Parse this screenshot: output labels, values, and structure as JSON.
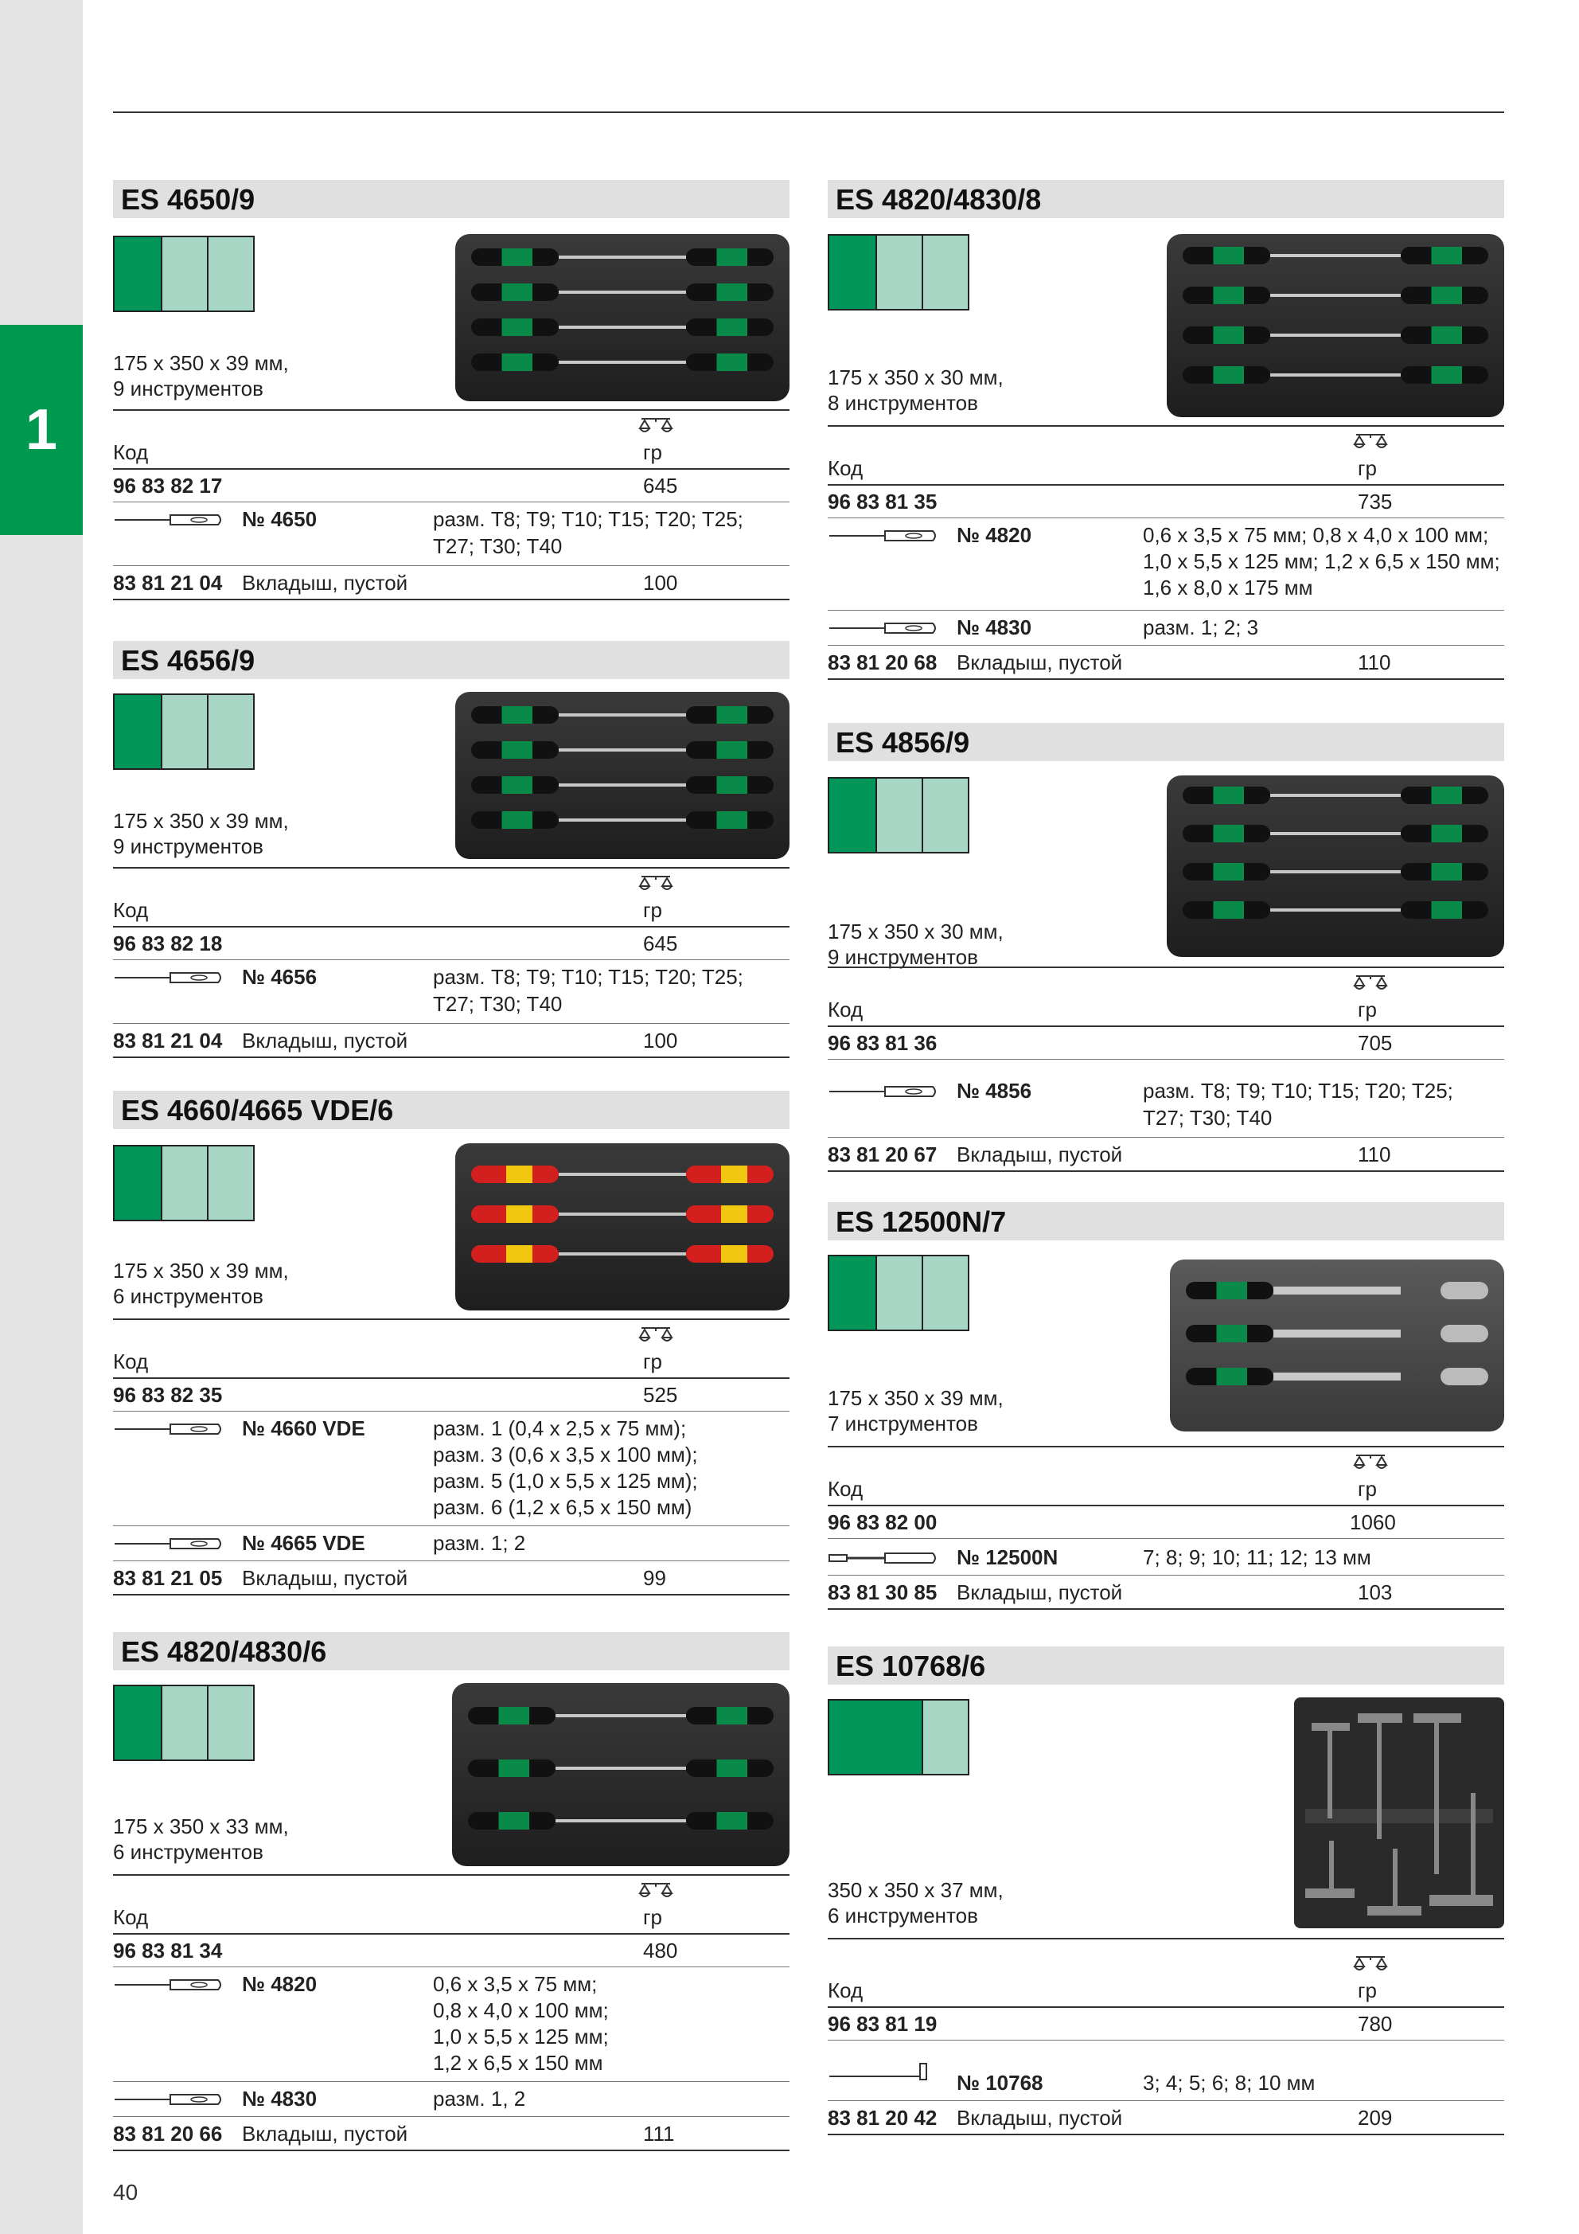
{
  "chapter": "1",
  "page_number": "40",
  "labels": {
    "code": "Код",
    "weight_unit": "гр"
  },
  "sections": {
    "es4650": {
      "title": "ES 4650/9",
      "dims": "175 x 350 x 39 мм,",
      "count": "9 инструментов",
      "set_code": "96 83 82 17",
      "set_weight": "645",
      "item_no": "№ 4650",
      "item_desc1": "разм. T8; T9; T10; T15; T20; T25;",
      "item_desc2": "T27; T30; T40",
      "insert_code": "83 81 21 04",
      "insert_label": "Вкладыш, пустой",
      "insert_weight": "100"
    },
    "es4656": {
      "title": "ES 4656/9",
      "dims": "175 x 350 x 39 мм,",
      "count": "9 инструментов",
      "set_code": "96 83 82 18",
      "set_weight": "645",
      "item_no": "№ 4656",
      "item_desc1": "разм. T8; T9; T10; T15; T20; T25;",
      "item_desc2": "T27; T30; T40",
      "insert_code": "83 81 21 04",
      "insert_label": "Вкладыш, пустой",
      "insert_weight": "100"
    },
    "es4660": {
      "title": "ES 4660/4665 VDE/6",
      "dims": "175 x 350 x 39 мм,",
      "count": "6 инструментов",
      "set_code": "96 83 82 35",
      "set_weight": "525",
      "item1_no": "№ 4660 VDE",
      "item1_desc1": "разм. 1 (0,4 x 2,5 x 75 мм);",
      "item1_desc2": "разм. 3 (0,6 x 3,5 x 100 мм);",
      "item1_desc3": "разм. 5 (1,0 x 5,5 x 125 мм);",
      "item1_desc4": "разм. 6 (1,2 x 6,5 x 150 мм)",
      "item2_no": "№ 4665 VDE",
      "item2_desc": "разм. 1; 2",
      "insert_code": "83 81 21 05",
      "insert_label": "Вкладыш, пустой",
      "insert_weight": "99"
    },
    "es4820_6": {
      "title": "ES 4820/4830/6",
      "dims": "175 x 350 x 33 мм,",
      "count": "6 инструментов",
      "set_code": "96 83 81 34",
      "set_weight": "480",
      "item1_no": "№ 4820",
      "item1_desc1": "0,6 x 3,5 x 75 мм;",
      "item1_desc2": "0,8 x 4,0 x 100 мм;",
      "item1_desc3": "1,0 x 5,5 x 125 мм;",
      "item1_desc4": "1,2 x 6,5 x 150 мм",
      "item2_no": "№ 4830",
      "item2_desc": "разм. 1, 2",
      "insert_code": "83 81 20 66",
      "insert_label": "Вкладыш, пустой",
      "insert_weight": "111"
    },
    "es4820_8": {
      "title": "ES 4820/4830/8",
      "dims": "175 x 350 x 30 мм,",
      "count": "8 инструментов",
      "set_code": "96 83 81 35",
      "set_weight": "735",
      "item1_no": "№ 4820",
      "item1_desc1": "0,6 x 3,5 x 75 мм; 0,8 x 4,0 x 100 мм;",
      "item1_desc2": "1,0 x 5,5 x 125 мм; 1,2 x 6,5 x 150 мм;",
      "item1_desc3": "1,6 x 8,0 x 175 мм",
      "item2_no": "№ 4830",
      "item2_desc": "разм. 1; 2; 3",
      "insert_code": "83 81 20 68",
      "insert_label": "Вкладыш, пустой",
      "insert_weight": "110"
    },
    "es4856": {
      "title": "ES 4856/9",
      "dims": "175 x 350 x 30 мм,",
      "count": "9 инструментов",
      "set_code": "96 83 81 36",
      "set_weight": "705",
      "item_no": "№ 4856",
      "item_desc1": "разм. T8; T9; T10; T15; T20; T25;",
      "item_desc2": "T27; T30; T40",
      "insert_code": "83 81 20 67",
      "insert_label": "Вкладыш, пустой",
      "insert_weight": "110"
    },
    "es12500": {
      "title": "ES 12500N/7",
      "dims": "175 x 350 x 39 мм,",
      "count": "7 инструментов",
      "set_code": "96 83 82 00",
      "set_weight": "1060",
      "item_no": "№ 12500N",
      "item_desc": "7; 8; 9; 10; 11; 12; 13 мм",
      "insert_code": "83 81 30 85",
      "insert_label": "Вкладыш, пустой",
      "insert_weight": "103"
    },
    "es10768": {
      "title": "ES 10768/6",
      "dims": "350 x 350 x 37 мм,",
      "count": "6 инструментов",
      "set_code": "96 83 81 19",
      "set_weight": "780",
      "item_no": "№ 10768",
      "item_desc": "3; 4; 5; 6; 8; 10 мм",
      "insert_code": "83 81 20 42",
      "insert_label": "Вкладыш, пустой",
      "insert_weight": "209"
    }
  },
  "colors": {
    "brand_green": "#009a4e",
    "swatch_dark": "#00965a",
    "swatch_light": "#a8d6c4",
    "title_bar": "#e0e0e0"
  }
}
